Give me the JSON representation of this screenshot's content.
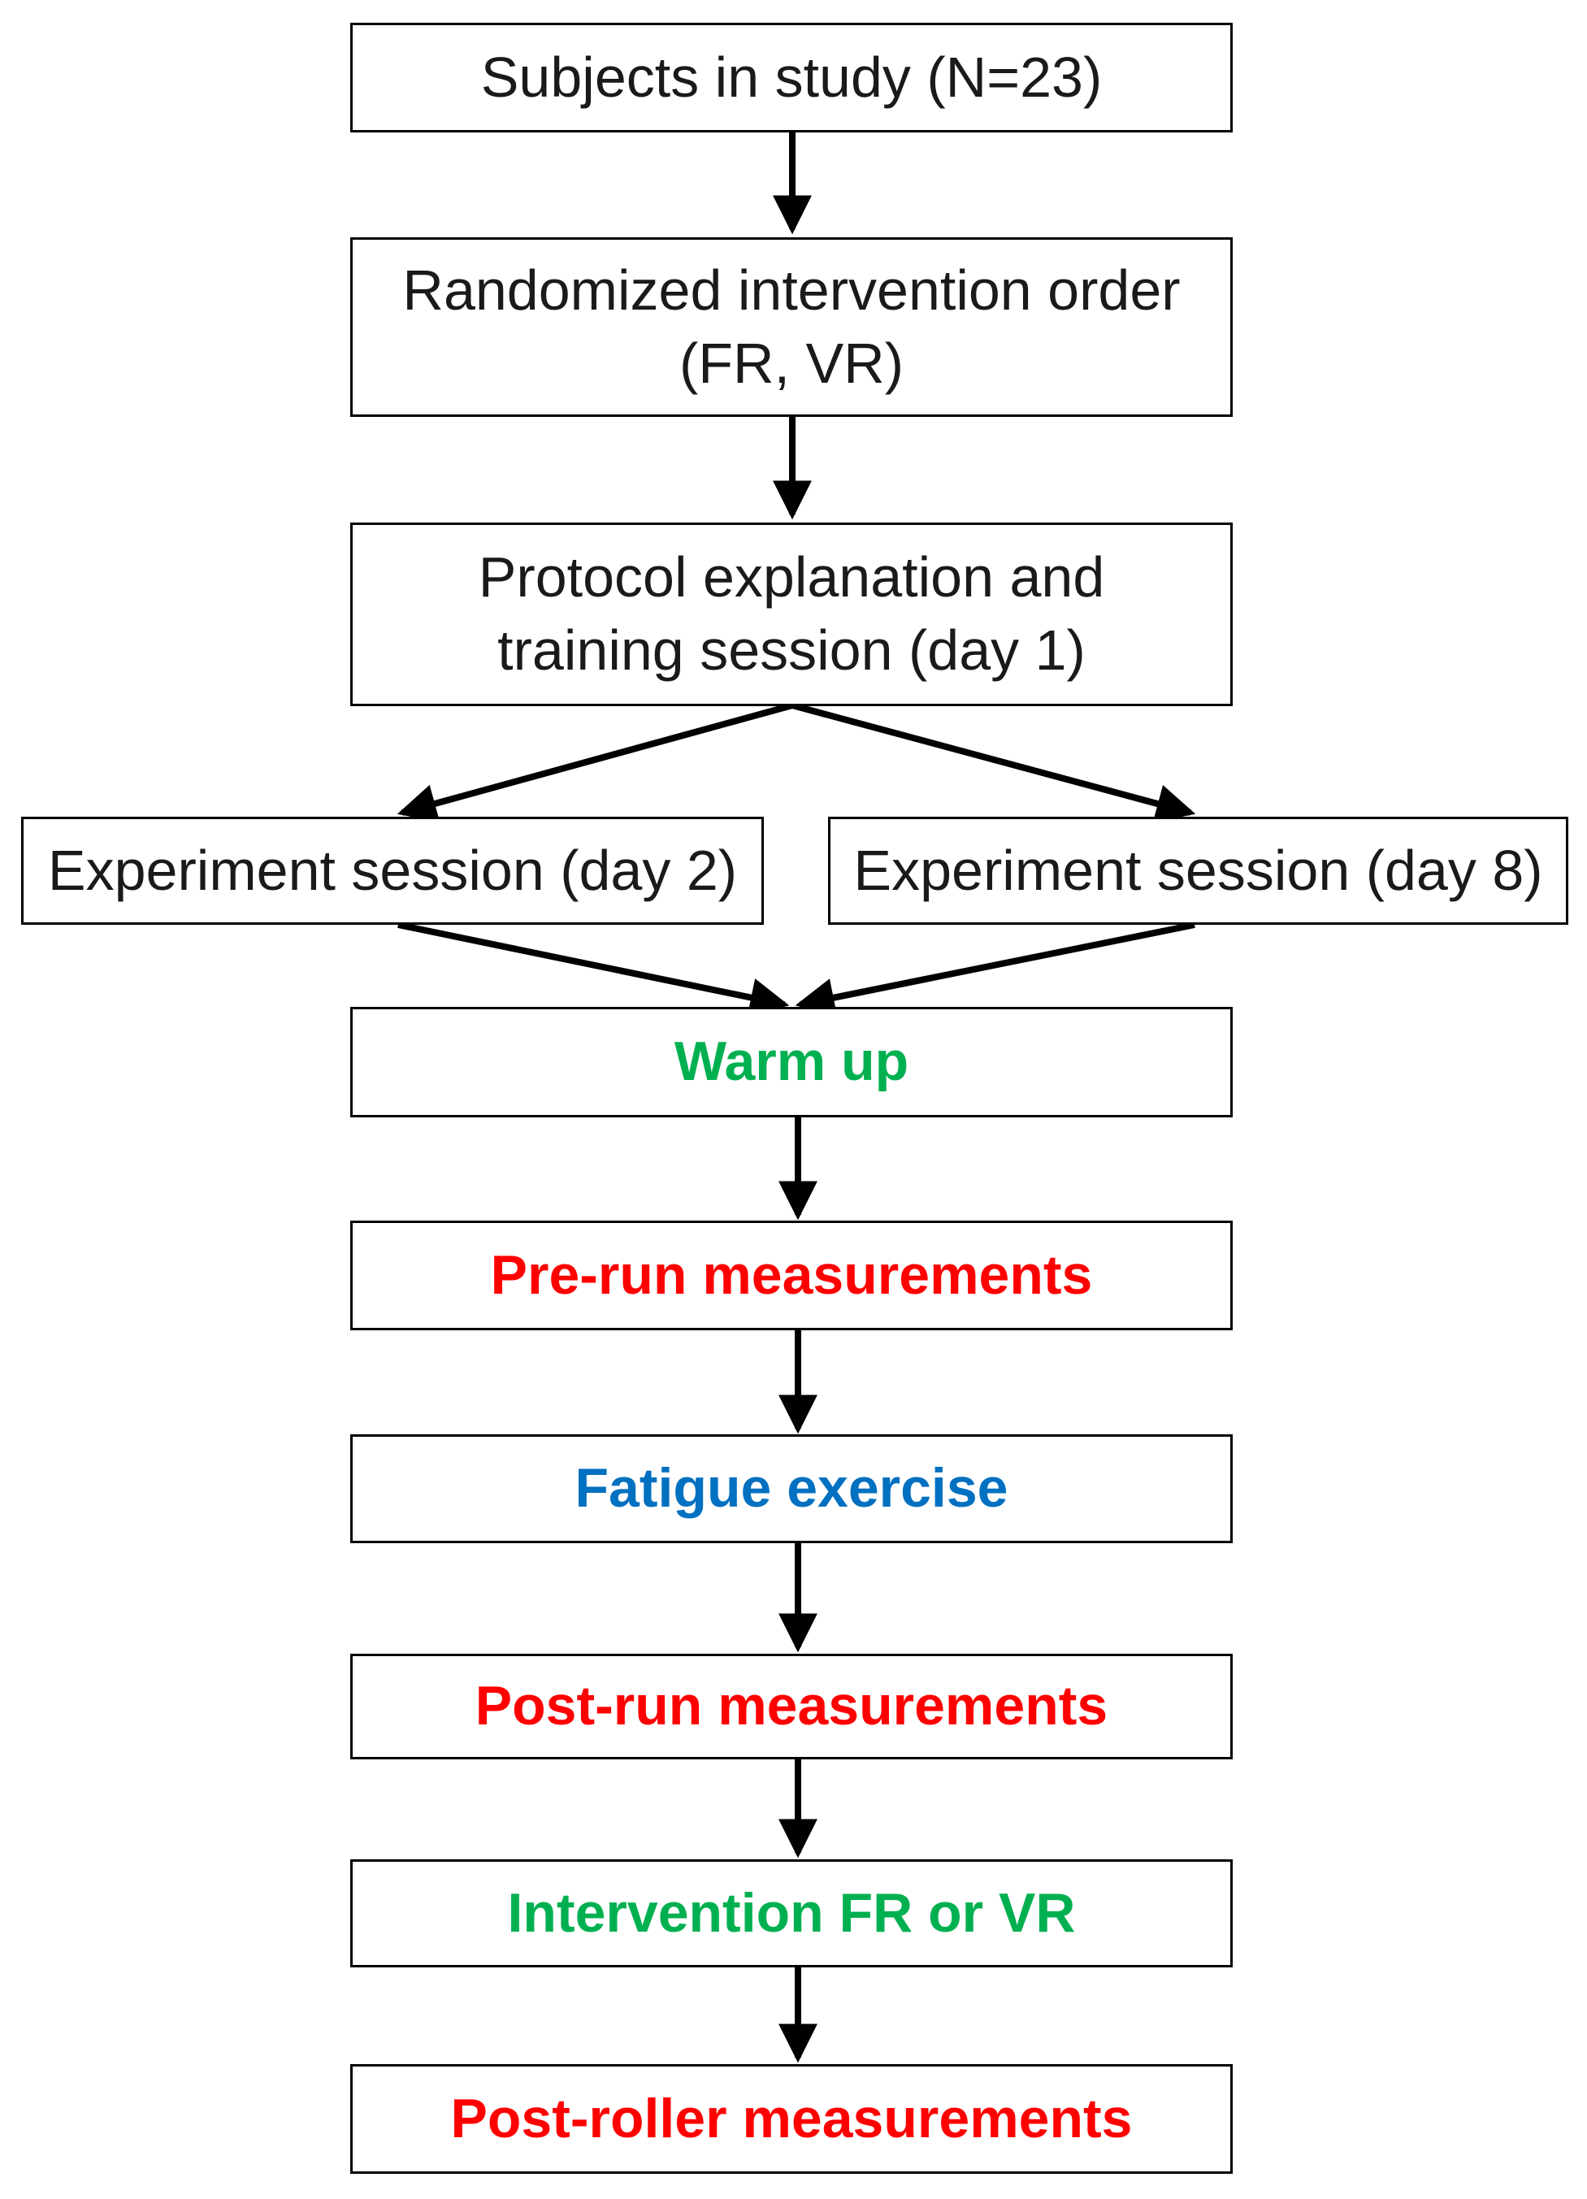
{
  "colors": {
    "green": "#00b050",
    "red": "#ff0000",
    "blue": "#0070c0",
    "text": "#1a1a1a",
    "line": "#000000"
  },
  "steps": {
    "subjects": "Subjects in study (N=23)",
    "randomized": [
      "Randomized intervention order",
      "(FR, VR)"
    ],
    "protocol": [
      "Protocol explanation and",
      "training session (day 1)"
    ],
    "session_day2": "Experiment session (day 2)",
    "session_day8": "Experiment session (day 8)",
    "warm_up": "Warm up",
    "pre_run": "Pre-run measurements",
    "fatigue": "Fatigue exercise",
    "post_run": "Post-run measurements",
    "intervention": "Intervention FR or VR",
    "post_roller": "Post-roller measurements"
  }
}
